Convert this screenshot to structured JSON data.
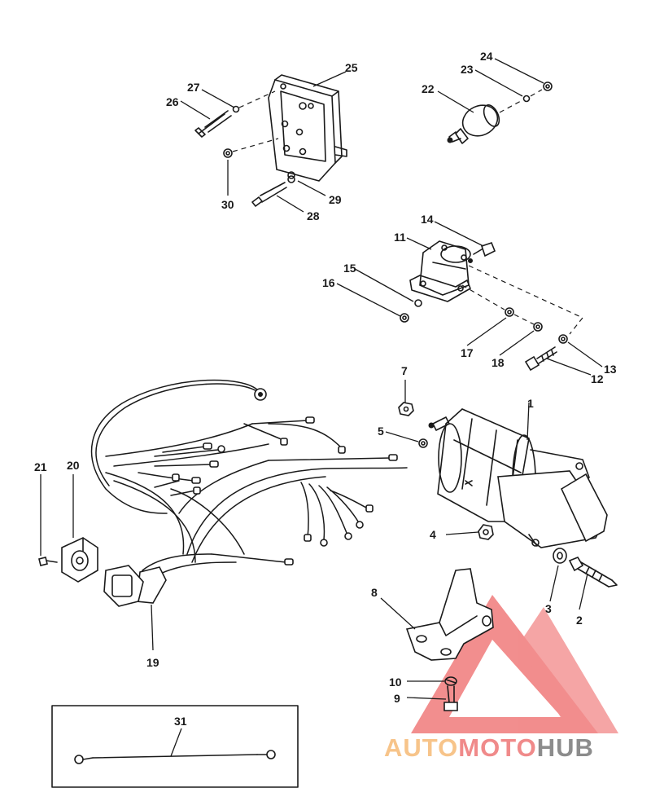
{
  "labels": {
    "n1": "1",
    "n2": "2",
    "n3": "3",
    "n4": "4",
    "n5": "5",
    "n7": "7",
    "n8": "8",
    "n9": "9",
    "n10": "10",
    "n11": "11",
    "n12": "12",
    "n13": "13",
    "n14": "14",
    "n15": "15",
    "n16": "16",
    "n17": "17",
    "n18": "18",
    "n19": "19",
    "n20": "20",
    "n21": "21",
    "n22": "22",
    "n23": "23",
    "n24": "24",
    "n25": "25",
    "n26": "26",
    "n27": "27",
    "n28": "28",
    "n29": "29",
    "n30": "30",
    "n31": "31"
  },
  "watermark": {
    "auto": "AUTO",
    "moto": "MOTO",
    "hub": "HUB",
    "colors": {
      "auto": "#f7c48a",
      "moto": "#f08a8a",
      "hub": "#8c8c8c",
      "triangle": "#f07a7a"
    }
  }
}
